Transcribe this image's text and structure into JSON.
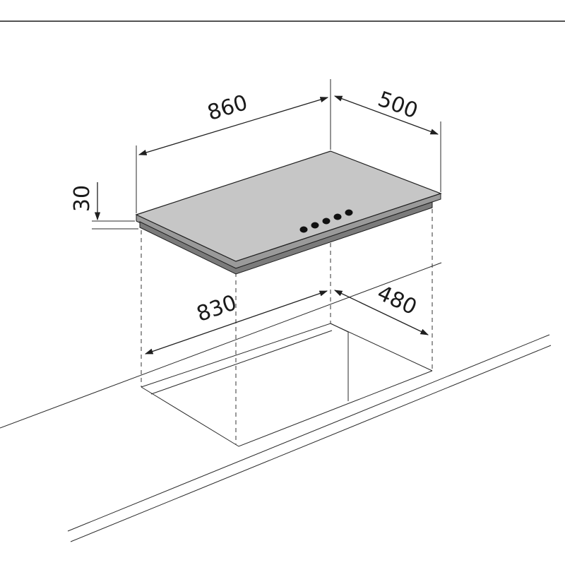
{
  "diagram": {
    "dimensions": {
      "hob_width": "860",
      "hob_depth": "500",
      "hob_height": "30",
      "cutout_width": "830",
      "cutout_depth": "480"
    },
    "knob_count": 5,
    "colors": {
      "hob_top": "#c6c6c6",
      "hob_edge": "#8e8e8e",
      "line": "#1f1f1f",
      "knob": "#111111",
      "background": "#ffffff"
    }
  }
}
